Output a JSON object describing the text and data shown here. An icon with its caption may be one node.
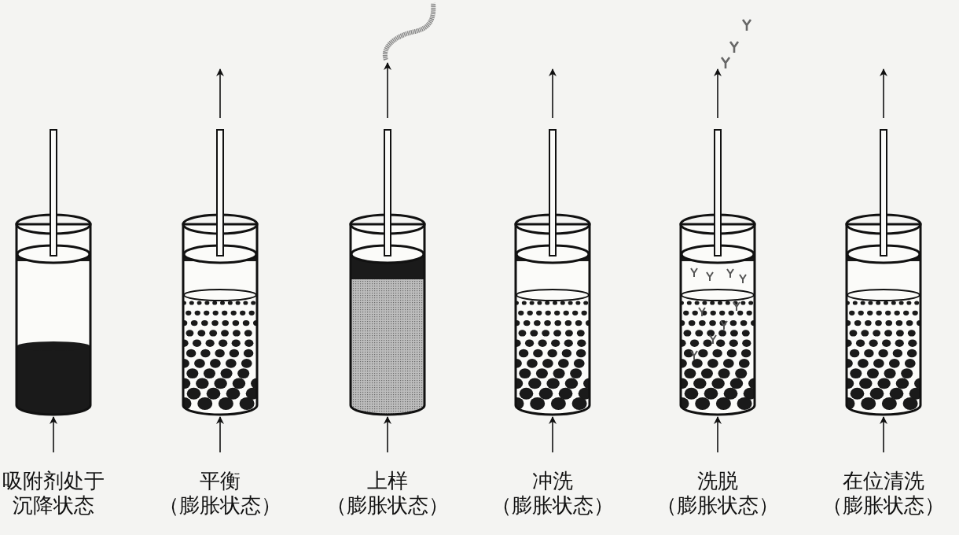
{
  "diagram": {
    "nodes": [
      {
        "text": [],
        "shape": "picture",
        "beside": [
          "吸附剂处于沉降状态"
        ]
      },
      {
        "text": [],
        "shape": "picture",
        "beside": [
          "平衡（膨胀状态）"
        ]
      },
      {
        "text": [],
        "shape": "picture",
        "beside": [
          "上样（膨胀状态）"
        ]
      },
      {
        "text": [],
        "shape": "picture",
        "beside": [
          "冲洗（膨胀状态）"
        ]
      },
      {
        "text": [],
        "shape": "picture",
        "beside": [
          "洗脱（膨胀状态）"
        ]
      },
      {
        "text": [],
        "shape": "picture",
        "beside": [
          "在位清洗（膨胀状态）"
        ]
      },
      {
        "text": [],
        "shape": "picture"
      }
    ],
    "edges": [
      {
        "from": null,
        "to": 0,
        "arrow": "to"
      },
      {
        "from": null,
        "to": 1,
        "arrow": "to"
      },
      {
        "from": 1,
        "to": null,
        "arrow": "to"
      },
      {
        "from": null,
        "to": 2,
        "arrow": "to"
      },
      {
        "from": 2,
        "to": 6,
        "arrow": "to"
      },
      {
        "from": null,
        "to": 3,
        "arrow": "to"
      },
      {
        "from": 3,
        "to": null,
        "arrow": "to"
      },
      {
        "from": null,
        "to": 4,
        "arrow": "to"
      },
      {
        "from": 4,
        "to": null,
        "arrow": "to"
      },
      {
        "from": null,
        "to": 5,
        "arrow": "to"
      },
      {
        "from": 5,
        "to": null,
        "arrow": "to"
      }
    ]
  }
}
